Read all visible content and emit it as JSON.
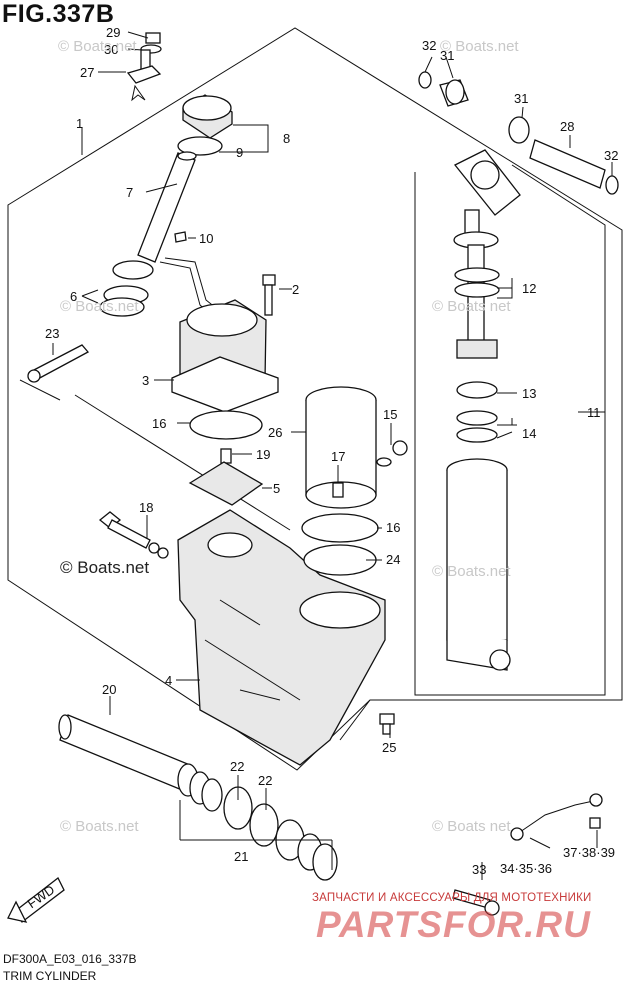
{
  "figure": {
    "title": "FIG.337B",
    "model_code": "DF300A_E03_016_337B",
    "name": "TRIM CYLINDER"
  },
  "watermarks": {
    "main": "© Boats.net",
    "faded": "© Boats.net",
    "faded_alt": "© Boats net"
  },
  "branding": {
    "ru_caption": "ЗАПЧАСТИ И АКСЕССУАРЫ ДЛЯ МОТОТЕХНИКИ",
    "logo": "PARTSFOR.RU"
  },
  "fwd_label": "FWD",
  "callouts": {
    "c1": "1",
    "c2": "2",
    "c3": "3",
    "c4": "4",
    "c5": "5",
    "c6": "6",
    "c7": "7",
    "c8": "8",
    "c9": "9",
    "c10": "10",
    "c11": "11",
    "c12": "12",
    "c13": "13",
    "c14": "14",
    "c15": "15",
    "c16a": "16",
    "c16b": "16",
    "c17": "17",
    "c18": "18",
    "c19": "19",
    "c20": "20",
    "c21": "21",
    "c22a": "22",
    "c22b": "22",
    "c23": "23",
    "c24": "24",
    "c25": "25",
    "c26": "26",
    "c27": "27",
    "c28": "28",
    "c29": "29",
    "c30": "30",
    "c31a": "31",
    "c31b": "31",
    "c32a": "32",
    "c32b": "32",
    "c33": "33",
    "c34": "34·35·36",
    "c37": "37·38·39"
  }
}
